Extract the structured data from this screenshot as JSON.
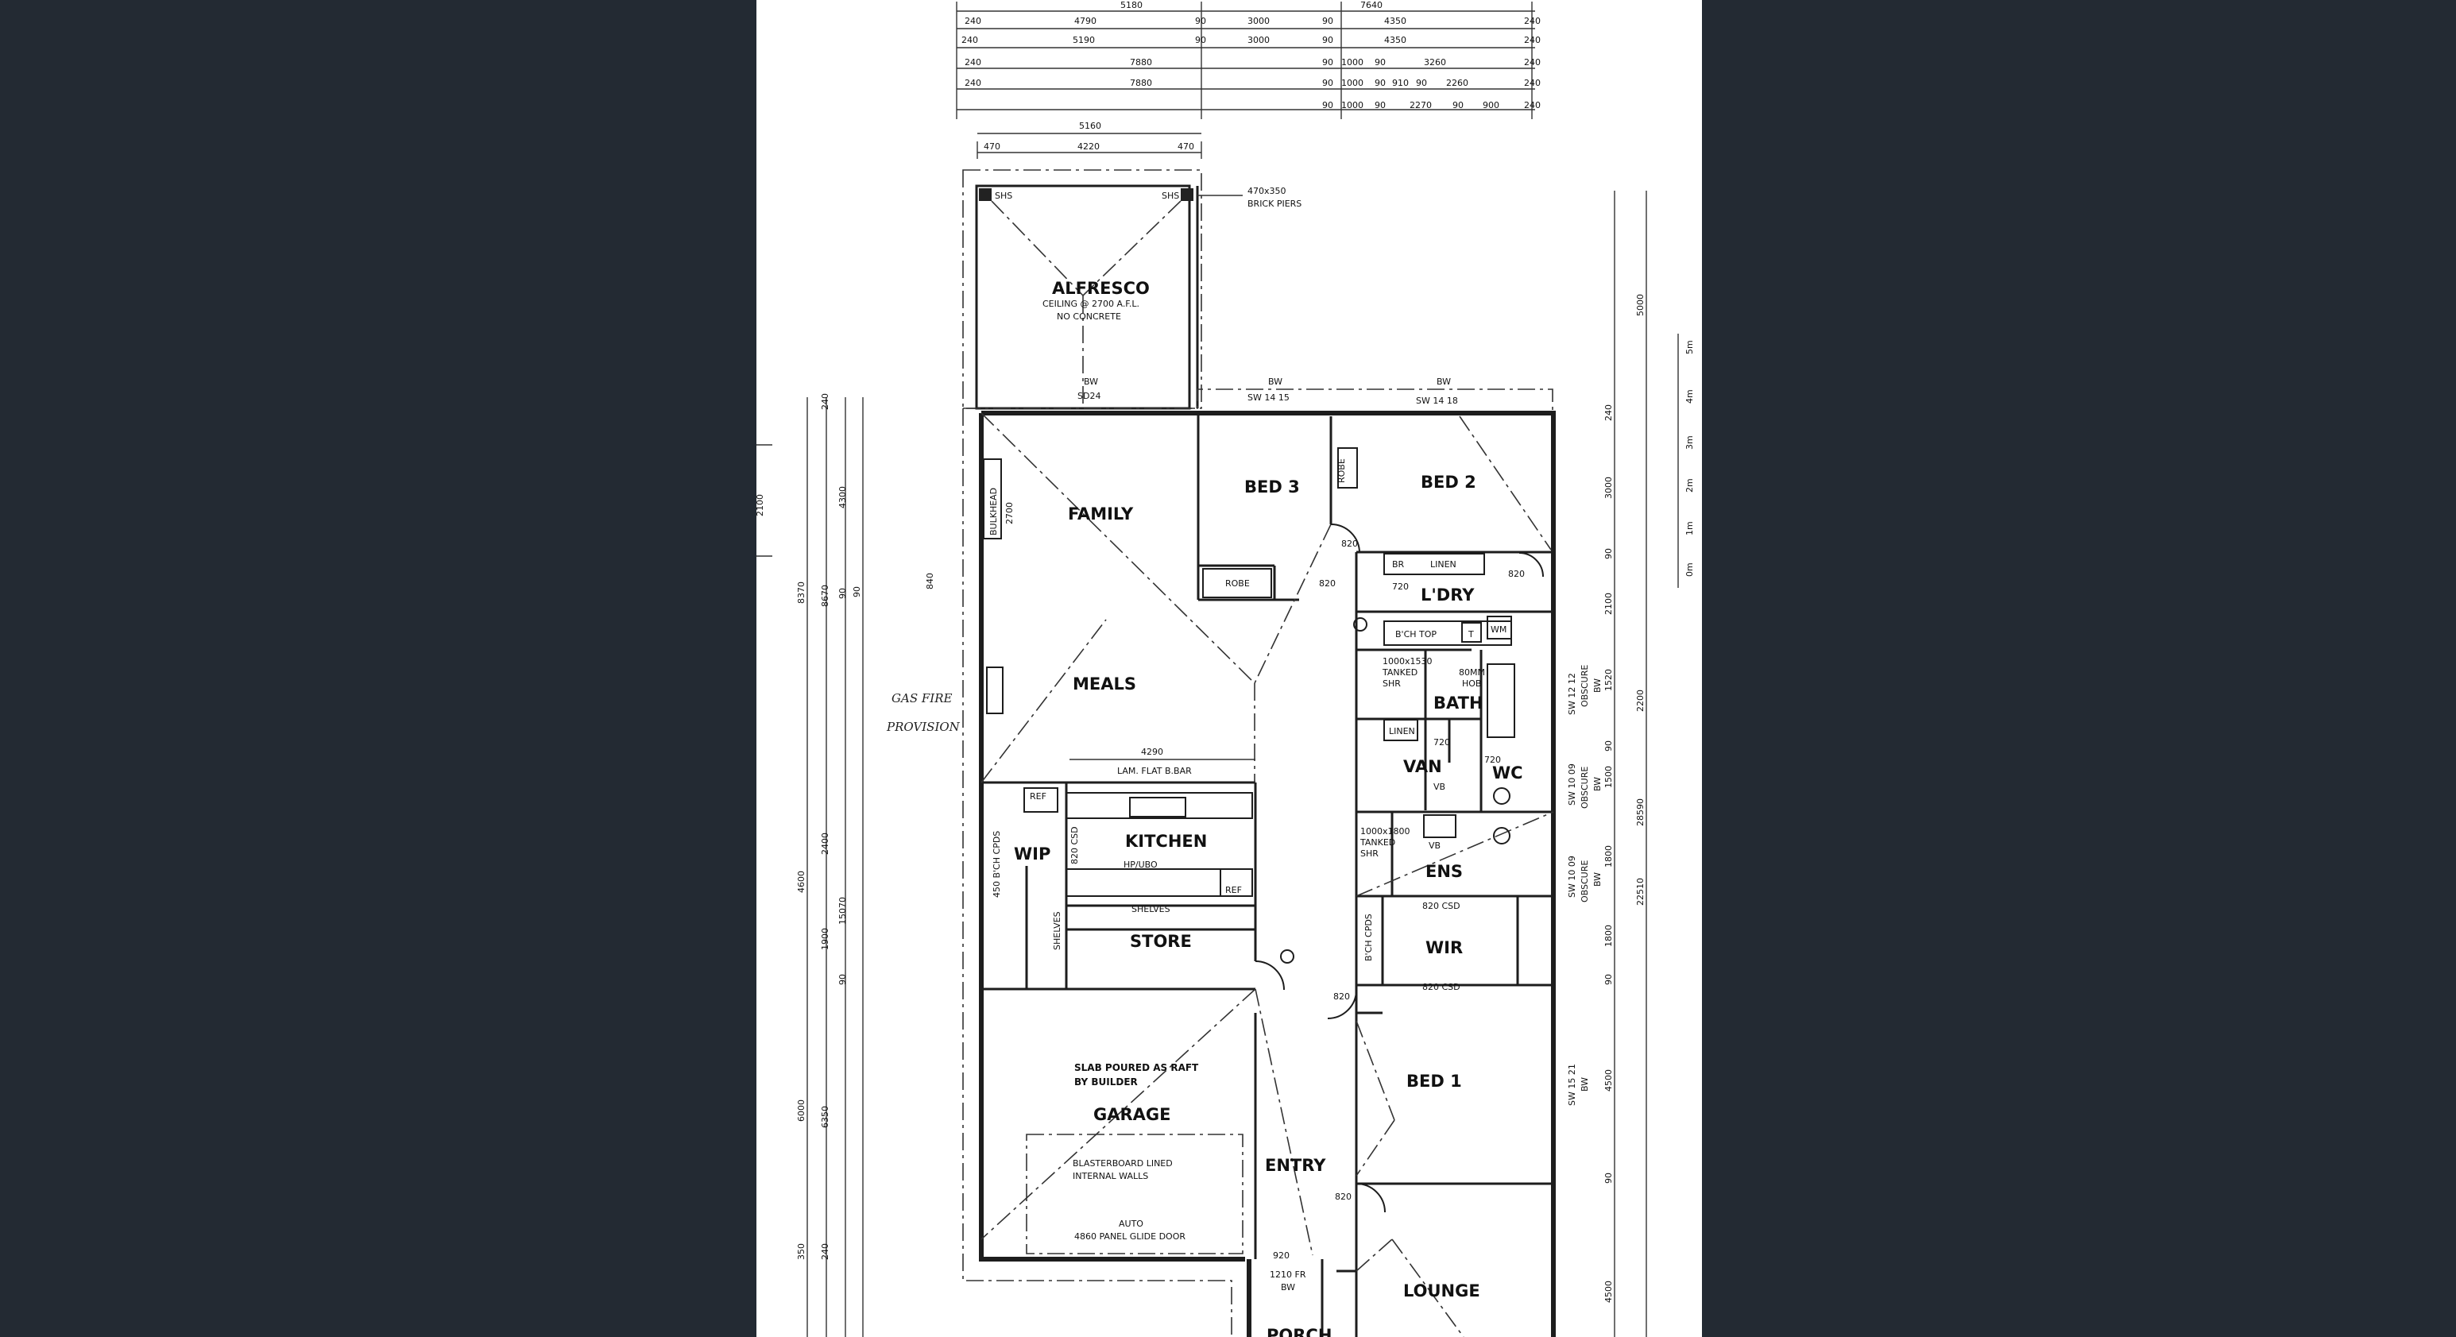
{
  "page": {
    "title": "Floor plan"
  },
  "rooms": {
    "alfresco": "ALFRESCO",
    "alfresco_note1": "CEILING @ 2700 A.F.L.",
    "alfresco_note2": "NO CONCRETE",
    "family": "FAMILY",
    "meals": "MEALS",
    "bed3": "BED 3",
    "bed2": "BED 2",
    "bed1": "BED 1",
    "ldry": "L'DRY",
    "bath": "BATH",
    "van": "VAN",
    "wc": "WC",
    "ens": "ENS",
    "wir": "WIR",
    "kitchen": "KITCHEN",
    "wip": "WIP",
    "store": "STORE",
    "garage": "GARAGE",
    "garage_note1": "SLAB POURED AS RAFT",
    "garage_note2": "BY BUILDER",
    "garage_note3": "BLASTERBOARD LINED",
    "garage_note4": "INTERNAL WALLS",
    "garage_note5": "AUTO",
    "garage_note6": "4860 PANEL GLIDE DOOR",
    "entry": "ENTRY",
    "lounge": "LOUNGE",
    "porch": "PORCH"
  },
  "fixtures": {
    "robe1": "ROBE",
    "robe2": "ROBE",
    "linen1": "LINEN",
    "linen2": "LINEN",
    "br": "BR",
    "bch_top": "B'CH TOP",
    "wm": "WM",
    "t": "T",
    "hob": "80MM",
    "hob2": "HOB",
    "tanked1": "1000x1530",
    "tanked1b": "TANKED",
    "tanked1c": "SHR",
    "tanked2": "1000x1800",
    "tanked2b": "TANKED",
    "tanked2c": "SHR",
    "vb1": "VB",
    "vb2": "VB",
    "ref1": "REF",
    "ref2": "REF",
    "hp_ubo": "HP/UBO",
    "shelves1": "SHELVES",
    "shelves2": "SHELVES",
    "bar": "LAM. FLAT B.BAR",
    "bar_len": "4290",
    "bchcpds": "450 B'CH CPDS",
    "bchcpds2": "B'CH CPDS",
    "csd1": "820 CSD",
    "csd2": "820 CSD",
    "csd3": "820 CSD",
    "bulkhead": "BULKHEAD",
    "bulkhead2": "2700",
    "brick_piers1": "470x350",
    "brick_piers2": "BRICK PIERS",
    "shs1": "SHS",
    "shs2": "SHS",
    "bw_sd": "BW",
    "sd24": "SD24",
    "bw1": "BW",
    "sw1415": "SW 14 15",
    "bw2": "BW",
    "sw1418": "SW 14 18",
    "gas1": "GAS FIRE",
    "gas2": "PROVISION",
    "door820a": "820",
    "door820b": "820",
    "door820c": "820",
    "door820d": "820",
    "door820e": "820",
    "door720a": "720",
    "door720b": "720",
    "door720c": "720",
    "door920": "920",
    "fr": "1210 FR",
    "fr2": "BW"
  },
  "dimensions": {
    "top_rows": [
      [
        "240",
        "4790",
        "90",
        "3000",
        "90",
        "4350",
        "240"
      ],
      [
        "240",
        "5190",
        "90",
        "3000",
        "90",
        "4350",
        "240"
      ],
      [
        "240",
        "7880",
        "90",
        "1000",
        "90",
        "3260",
        "240"
      ],
      [
        "240",
        "7880",
        "90",
        "1000",
        "90",
        "910",
        "90",
        "2260",
        "240"
      ],
      [
        "90",
        "1000",
        "90",
        "2270",
        "90",
        "900",
        "240"
      ]
    ],
    "top_total": "7640",
    "top_left": "5180",
    "alfresco_total": "5160",
    "alfresco_parts": [
      "470",
      "4220",
      "470"
    ],
    "left_inner": [
      "240",
      "4300",
      "90",
      "8370",
      "8670",
      "90",
      "4600",
      "2400",
      "1900",
      "15070",
      "90",
      "6000",
      "6350",
      "350",
      "240"
    ],
    "left_small": [
      "840",
      "2100"
    ],
    "right_col": [
      "5000",
      "240",
      "3000",
      "90",
      "2100",
      "1520",
      "2200",
      "90",
      "1500",
      "28590",
      "1800",
      "22510",
      "1800",
      "90",
      "4500",
      "90",
      "4500"
    ],
    "scale_marks": [
      "5m",
      "4m",
      "3m",
      "2m",
      "1m",
      "0m"
    ],
    "window_codes": [
      "SW 12 12",
      "OBSCURE",
      "BW",
      "SW 10 09",
      "OBSCURE",
      "BW",
      "SW 10 09",
      "OBSCURE",
      "BW",
      "SW 15 21",
      "BW"
    ]
  },
  "colors": {
    "background": "#232a33",
    "paper": "#ffffff",
    "ink": "#1d1d1d"
  }
}
